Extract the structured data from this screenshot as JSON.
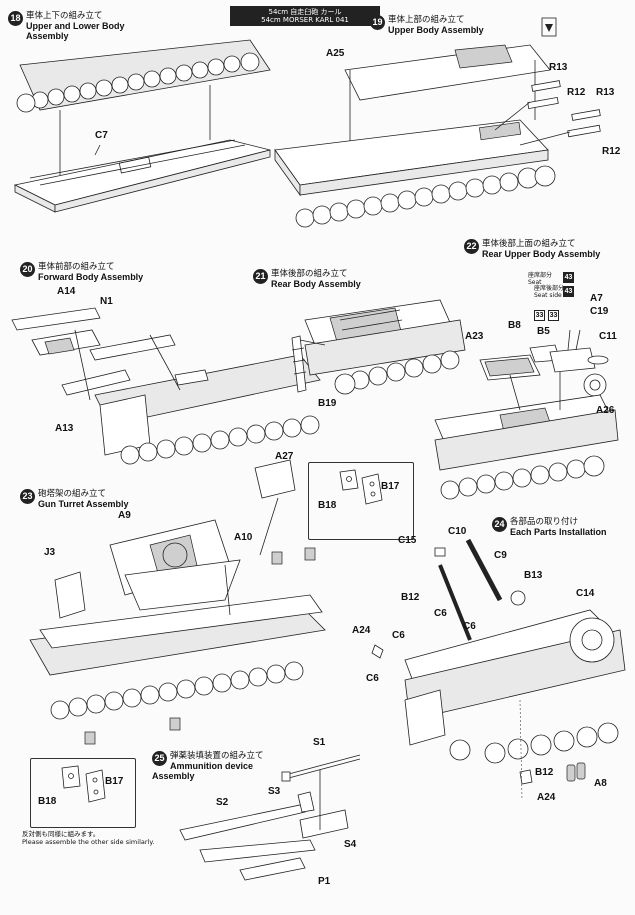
{
  "header": {
    "line1": "54cm 自走臼砲 カール",
    "line2": "54cm MORSER KARL 041"
  },
  "steps": [
    {
      "num": "18",
      "jp": "車体上下の組み立て",
      "en": "Upper and Lower Body Assembly"
    },
    {
      "num": "19",
      "jp": "車体上部の組み立て",
      "en": "Upper Body Assembly"
    },
    {
      "num": "20",
      "jp": "車体前部の組み立て",
      "en": "Forward Body Assembly"
    },
    {
      "num": "21",
      "jp": "車体後部の組み立て",
      "en": "Rear Body Assembly"
    },
    {
      "num": "22",
      "jp": "車体後部上面の組み立て",
      "en": "Rear Upper Body Assembly"
    },
    {
      "num": "23",
      "jp": "砲塔架の組み立て",
      "en": "Gun Turret Assembly"
    },
    {
      "num": "24",
      "jp": "各部品の取り付け",
      "en": "Each Parts Installation"
    },
    {
      "num": "25",
      "jp": "弾薬装填装置の組み立て",
      "en1": "Ammunition device",
      "en2": "Assembly"
    }
  ],
  "parts": {
    "c7": "C7",
    "a25": "A25",
    "r13a": "R13",
    "r12a": "R12",
    "r13b": "R13",
    "r12b": "R12",
    "a14": "A14",
    "n1": "N1",
    "a13": "A13",
    "b19": "B19",
    "a23": "A23",
    "b8": "B8",
    "b5": "B5",
    "a7": "A7",
    "c19": "C19",
    "c11": "C11",
    "a26": "A26",
    "a27": "A27",
    "a9": "A9",
    "a10": "A10",
    "j3": "J3",
    "b17a": "B17",
    "b18a": "B18",
    "c15": "C15",
    "c10": "C10",
    "c9": "C9",
    "b13": "B13",
    "c14": "C14",
    "b12a": "B12",
    "c6a": "C6",
    "c6b": "C6",
    "c6c": "C6",
    "c6d": "C6",
    "a24a": "A24",
    "b12b": "B12",
    "a24b": "A24",
    "a8": "A8",
    "b17b": "B17",
    "b18b": "B18",
    "s1": "S1",
    "s2": "S2",
    "s3": "S3",
    "s4": "S4",
    "p1": "P1"
  },
  "step22_notes": {
    "seat_jp": "座席部分",
    "seat_en": "Seat",
    "seatside_jp": "座席後部分",
    "seatside_en": "Seat side",
    "badge_a": "43",
    "badge_b": "33",
    "badge_c": "43",
    "badge_d": "33"
  },
  "symmetry_note": {
    "jp": "反対側も同様に組みます。",
    "en": "Please assemble the other side similarly."
  },
  "icons": [
    "glue-icon",
    "step-number-badge"
  ]
}
